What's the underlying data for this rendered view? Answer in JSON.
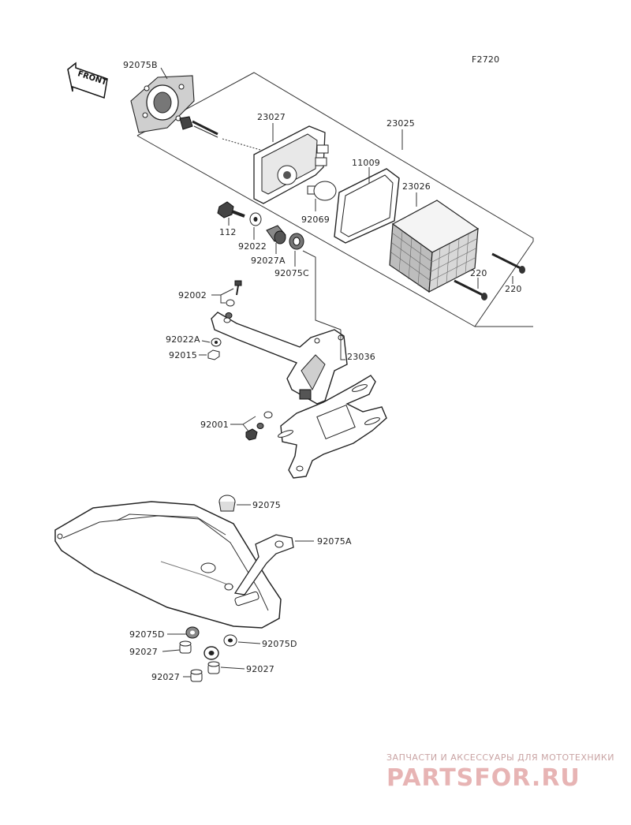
{
  "diagram_code": "F2720",
  "front_label": "FRONT",
  "parts": {
    "p_92075B": "92075B",
    "p_23027": "23027",
    "p_23025": "23025",
    "p_11009": "11009",
    "p_23026": "23026",
    "p_112": "112",
    "p_92022": "92022",
    "p_92027A": "92027A",
    "p_92069": "92069",
    "p_92075C": "92075C",
    "p_220a": "220",
    "p_220b": "220",
    "p_92002": "92002",
    "p_92022A": "92022A",
    "p_92015": "92015",
    "p_23036": "23036",
    "p_92001": "92001",
    "p_92075": "92075",
    "p_92075A": "92075A",
    "p_92075D_l": "92075D",
    "p_92075D_r": "92075D",
    "p_92027_l1": "92027",
    "p_92027_l2": "92027",
    "p_92027_r": "92027"
  },
  "watermark": {
    "tagline": "ЗАПЧАСТИ И АКСЕССУАРЫ ДЛЯ МОТОТЕХНИКИ",
    "brand": "PARTSFOR.RU"
  }
}
